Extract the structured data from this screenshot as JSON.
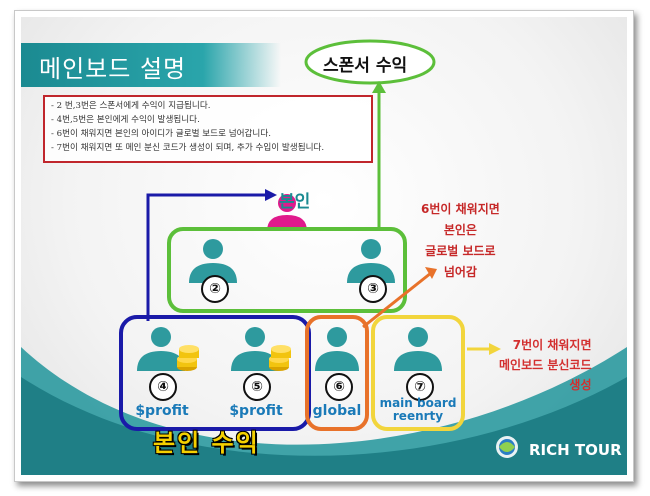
{
  "slide": {
    "title": "메인보드 설명",
    "notes": [
      "- 2 번,3번은 스폰서에게 수익이 지급됩니다.",
      "- 4번,5번은 본인에게 수익이 발생됩니다.",
      "- 6번이 채워지면 본인의 아이디가 글로벌 보드로 넘어갑니다.",
      "- 7번이 채워지면 또 메인 분신  코드가  생성이 되며, 추가 수입이 발생됩니다."
    ],
    "sponsor_label": "스폰서 수익",
    "me_label": "본인",
    "nodes": [
      {
        "num": "②",
        "label": ""
      },
      {
        "num": "③",
        "label": ""
      },
      {
        "num": "④",
        "label": "$profit"
      },
      {
        "num": "⑤",
        "label": "$profit"
      },
      {
        "num": "⑥",
        "label": "global"
      },
      {
        "num": "⑦",
        "label": "main board reenrty"
      }
    ],
    "orange_note": [
      "6번이 채워지면",
      "본인은",
      "글로벌 보드로",
      "넘어감"
    ],
    "yellow_note": [
      "7번이 채워지면",
      "메인보드 분신코드",
      "생성"
    ],
    "income_label": "본인 수익",
    "brand": "RICH TOUR",
    "colors": {
      "teal": "#1b8a91",
      "green": "#5cbf3a",
      "blue": "#1a1aa8",
      "orange": "#e8722a",
      "yellow": "#f2d53c",
      "magenta": "#e01a8c",
      "red_box": "#c0262c"
    }
  }
}
